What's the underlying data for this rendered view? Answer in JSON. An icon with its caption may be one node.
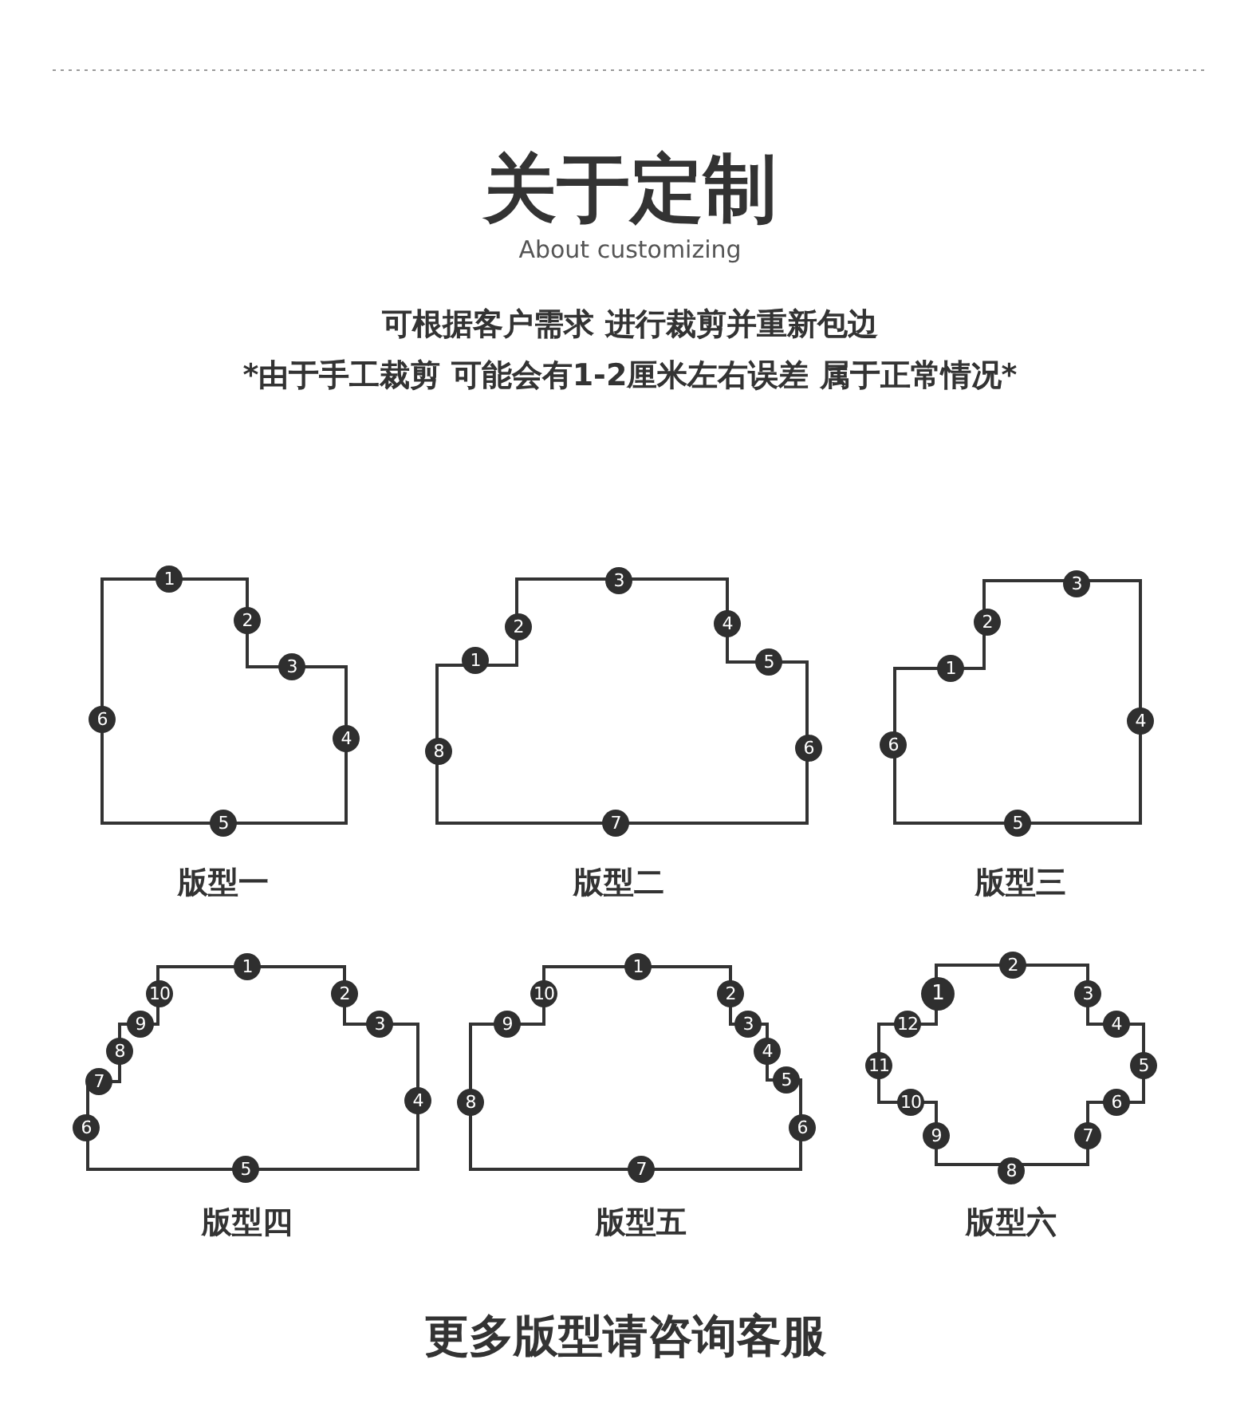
{
  "diagram": {
    "title": "关于定制",
    "caption": "更多版型请咨询客服",
    "labels": [
      "About customizing",
      "可根据客户需求 进行裁剪并重新包边",
      "*由于手工裁剪 可能会有1-2厘米左右误差 属于正常情况*",
      "1",
      "2",
      "3",
      "4",
      "5",
      "6",
      "版型一",
      "1",
      "2",
      "3",
      "4",
      "5",
      "6",
      "7",
      "8",
      "版型二",
      "1",
      "2",
      "3",
      "4",
      "5",
      "6",
      "版型三",
      "1",
      "2",
      "3",
      "4",
      "5",
      "6",
      "7",
      "8",
      "9",
      "10",
      "版型四",
      "1",
      "2",
      "3",
      "4",
      "5",
      "6",
      "7",
      "8",
      "9",
      "10",
      "版型五",
      "1",
      "2",
      "3",
      "4",
      "5",
      "6",
      "7",
      "8",
      "9",
      "10",
      "11",
      "12",
      "版型六"
    ]
  }
}
